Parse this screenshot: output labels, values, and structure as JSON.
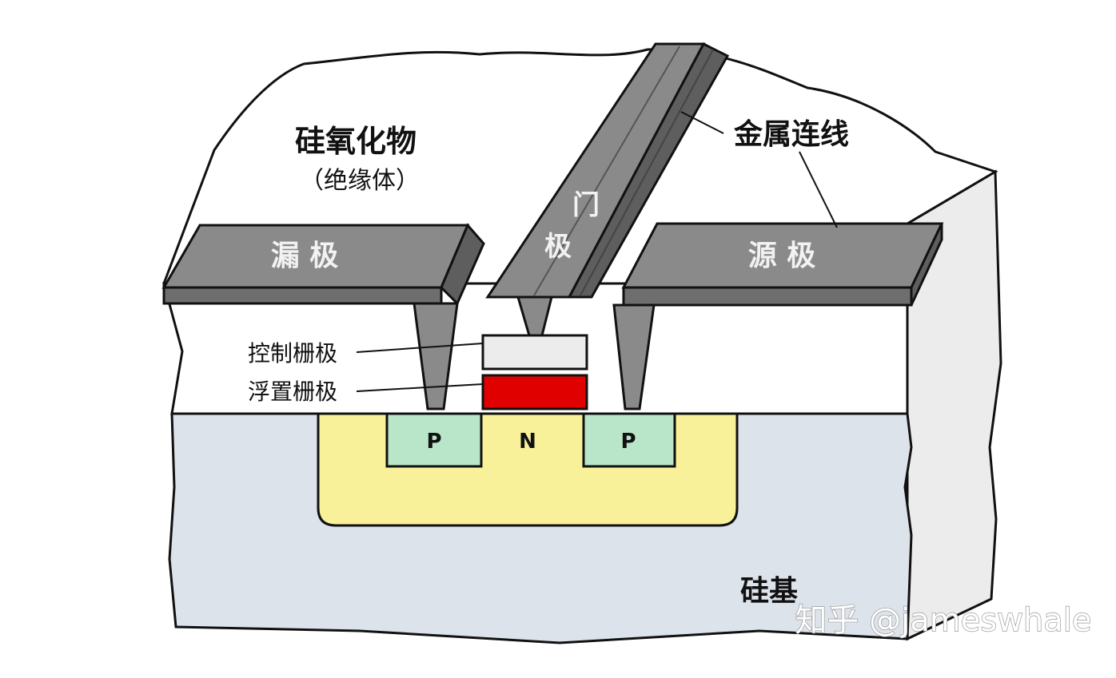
{
  "labels": {
    "oxide": "硅氧化物",
    "oxide_sub": "（绝缘体）",
    "metal_line": "金属连线",
    "gate_char1": "门",
    "gate_char2": "极",
    "drain": "漏 极",
    "source": "源 极",
    "control_gate": "控制栅极",
    "floating_gate": "浮置栅极",
    "p_left": "P",
    "n_region": "N",
    "p_right": "P",
    "substrate": "硅基"
  },
  "watermark": "知乎 @jameswhale",
  "colors": {
    "metal_top": "#8a8a8a",
    "metal_side": "#5e5e5e",
    "oxide": "#ffffff",
    "substrate": "#dde3ea",
    "n_well": "#f8f19a",
    "p_region": "#b9e6c9",
    "control_gate": "#ececec",
    "floating_gate": "#e00000",
    "outline": "#111111"
  }
}
